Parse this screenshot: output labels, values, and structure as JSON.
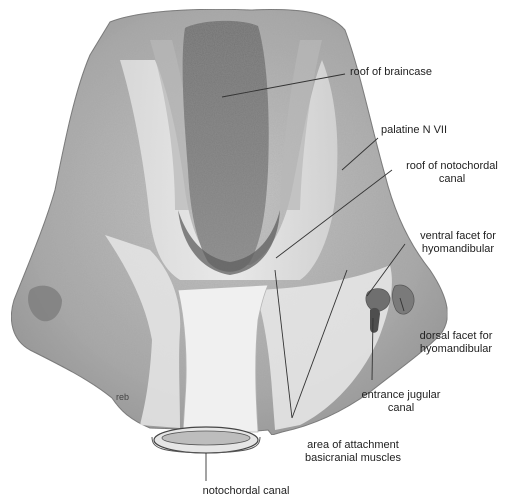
{
  "labels": {
    "roof_braincase": "roof of braincase",
    "palatine": "palatine N VII",
    "roof_notochordal_1": "roof of notochordal",
    "roof_notochordal_2": "canal",
    "ventral_facet_1": "ventral facet for",
    "ventral_facet_2": "hyomandibular",
    "dorsal_facet_1": "dorsal facet for",
    "dorsal_facet_2": "hyomandibular",
    "jugular_1": "entrance jugular",
    "jugular_2": "canal",
    "attachment_1": "area of attachment",
    "attachment_2": "basicranial muscles",
    "notochordal_canal": "notochordal canal",
    "reb": "reb"
  }
}
